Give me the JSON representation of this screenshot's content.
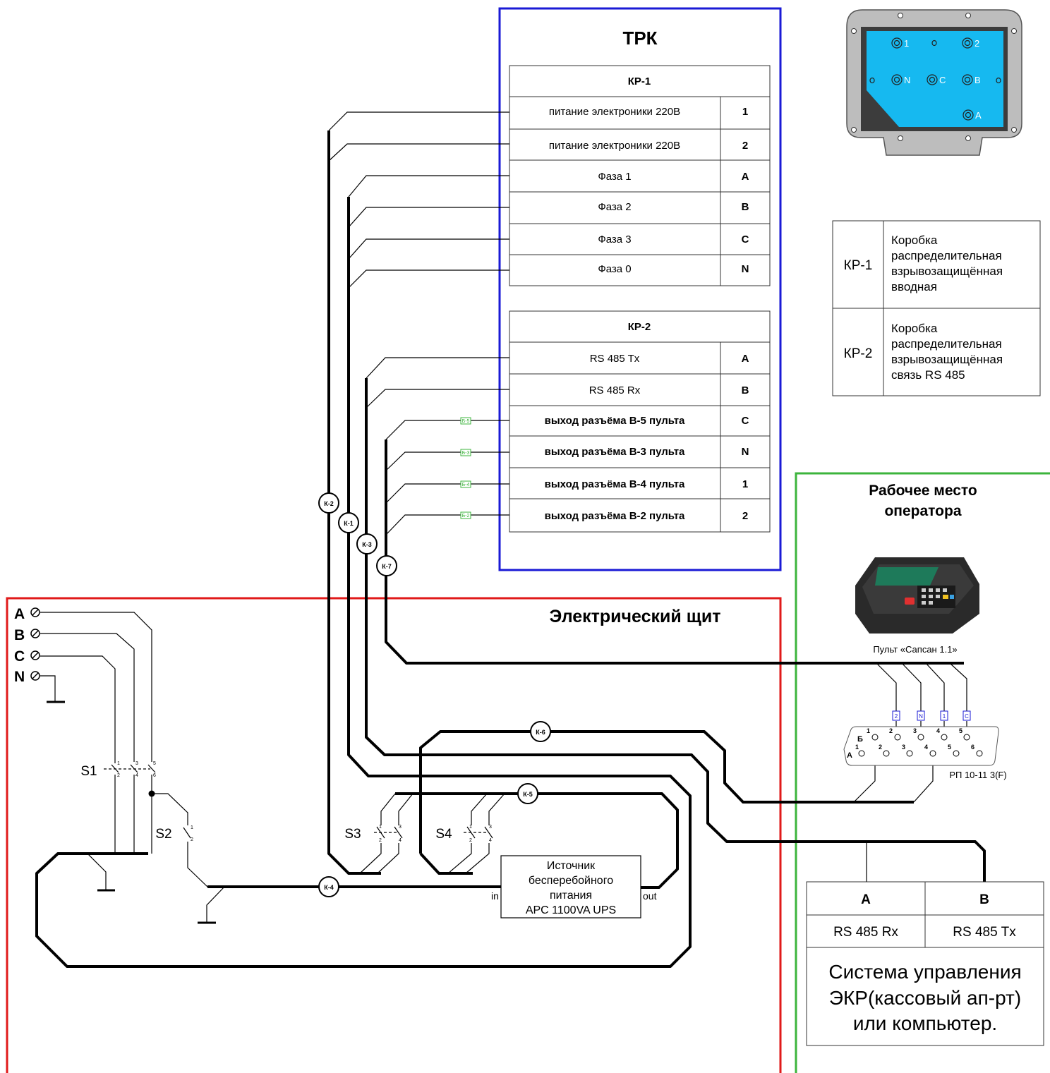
{
  "trk": {
    "title": "ТРК",
    "kr1": {
      "title": "КР-1",
      "rows": [
        {
          "label": "питание электроники 220В",
          "pin": "1"
        },
        {
          "label": "питание электроники 220В",
          "pin": "2"
        },
        {
          "label": "Фаза 1",
          "pin": "A"
        },
        {
          "label": "Фаза 2",
          "pin": "B"
        },
        {
          "label": "Фаза 3",
          "pin": "C"
        },
        {
          "label": "Фаза 0",
          "pin": "N"
        }
      ]
    },
    "kr2": {
      "title": "КР-2",
      "rows": [
        {
          "label": "RS 485  Tx",
          "pin": "A"
        },
        {
          "label": "RS 485  Rx",
          "pin": "B"
        },
        {
          "label": "выход разъёма В-5 пульта",
          "pin": "C",
          "tag": "Б-5"
        },
        {
          "label": "выход разъёма В-3 пульта",
          "pin": "N",
          "tag": "Б-3"
        },
        {
          "label": "выход разъёма В-4 пульта",
          "pin": "1",
          "tag": "Б-4"
        },
        {
          "label": "выход разъёма В-2 пульта",
          "pin": "2",
          "tag": "Б-2"
        }
      ]
    }
  },
  "box_terminals": [
    "1",
    "2",
    "N",
    "C",
    "B",
    "A"
  ],
  "legend": [
    {
      "code": "КР-1",
      "lines": [
        "Коробка",
        "распределительная",
        "взрывозащищённая",
        "вводная"
      ]
    },
    {
      "code": "КР-2",
      "lines": [
        "Коробка",
        "распределительная",
        "взрывозащищённая",
        "связь RS 485"
      ]
    }
  ],
  "operator": {
    "title_line1": "Рабочее место",
    "title_line2": "оператора",
    "device_caption": "Пульт «Сапсан 1.1»",
    "connector_caption": "РП 10-11 3(F)",
    "wire_tags": [
      "2",
      "N",
      "1",
      "C"
    ],
    "connector_row_b": [
      "Б",
      "1",
      "2",
      "3",
      "4",
      "5"
    ],
    "connector_row_a": [
      "А",
      "1",
      "2",
      "3",
      "4",
      "5",
      "6"
    ],
    "ecr_table": {
      "headers": [
        "A",
        "B"
      ],
      "values": [
        "RS 485  Rx",
        "RS 485  Tx"
      ],
      "footer_lines": [
        "Система управления",
        "ЭКР(кассовый ап-рт)",
        "или компьютер."
      ]
    }
  },
  "panel": {
    "title": "Электрический щит",
    "inputs": [
      "A",
      "B",
      "C",
      "N"
    ],
    "switches": [
      "S1",
      "S2",
      "S3",
      "S4"
    ],
    "switch_pins": {
      "s1": [
        "1",
        "2",
        "3",
        "4",
        "5",
        "6"
      ],
      "s2": [
        "1",
        "2"
      ],
      "s3": [
        "1",
        "2",
        "3",
        "4"
      ],
      "s4": [
        "1",
        "2",
        "3",
        "4"
      ]
    },
    "ups": {
      "lines": [
        "Источник",
        "бесперебойного",
        "питания",
        "APC 1100VA UPS"
      ],
      "in_label": "in",
      "out_label": "out"
    }
  },
  "cables": [
    "К-1",
    "К-2",
    "К-3",
    "К-4",
    "К-5",
    "К-6",
    "К-7"
  ],
  "colors": {
    "trk_frame": "#1a1ad6",
    "panel_frame": "#e01a1a",
    "operator_frame": "#3cb43c",
    "box_face": "#16b9f0",
    "box_body": "#bdbdbd",
    "box_dark": "#3c3c3c",
    "tag_green": "#3cb43c",
    "tag_blue": "#1a1ad6"
  }
}
